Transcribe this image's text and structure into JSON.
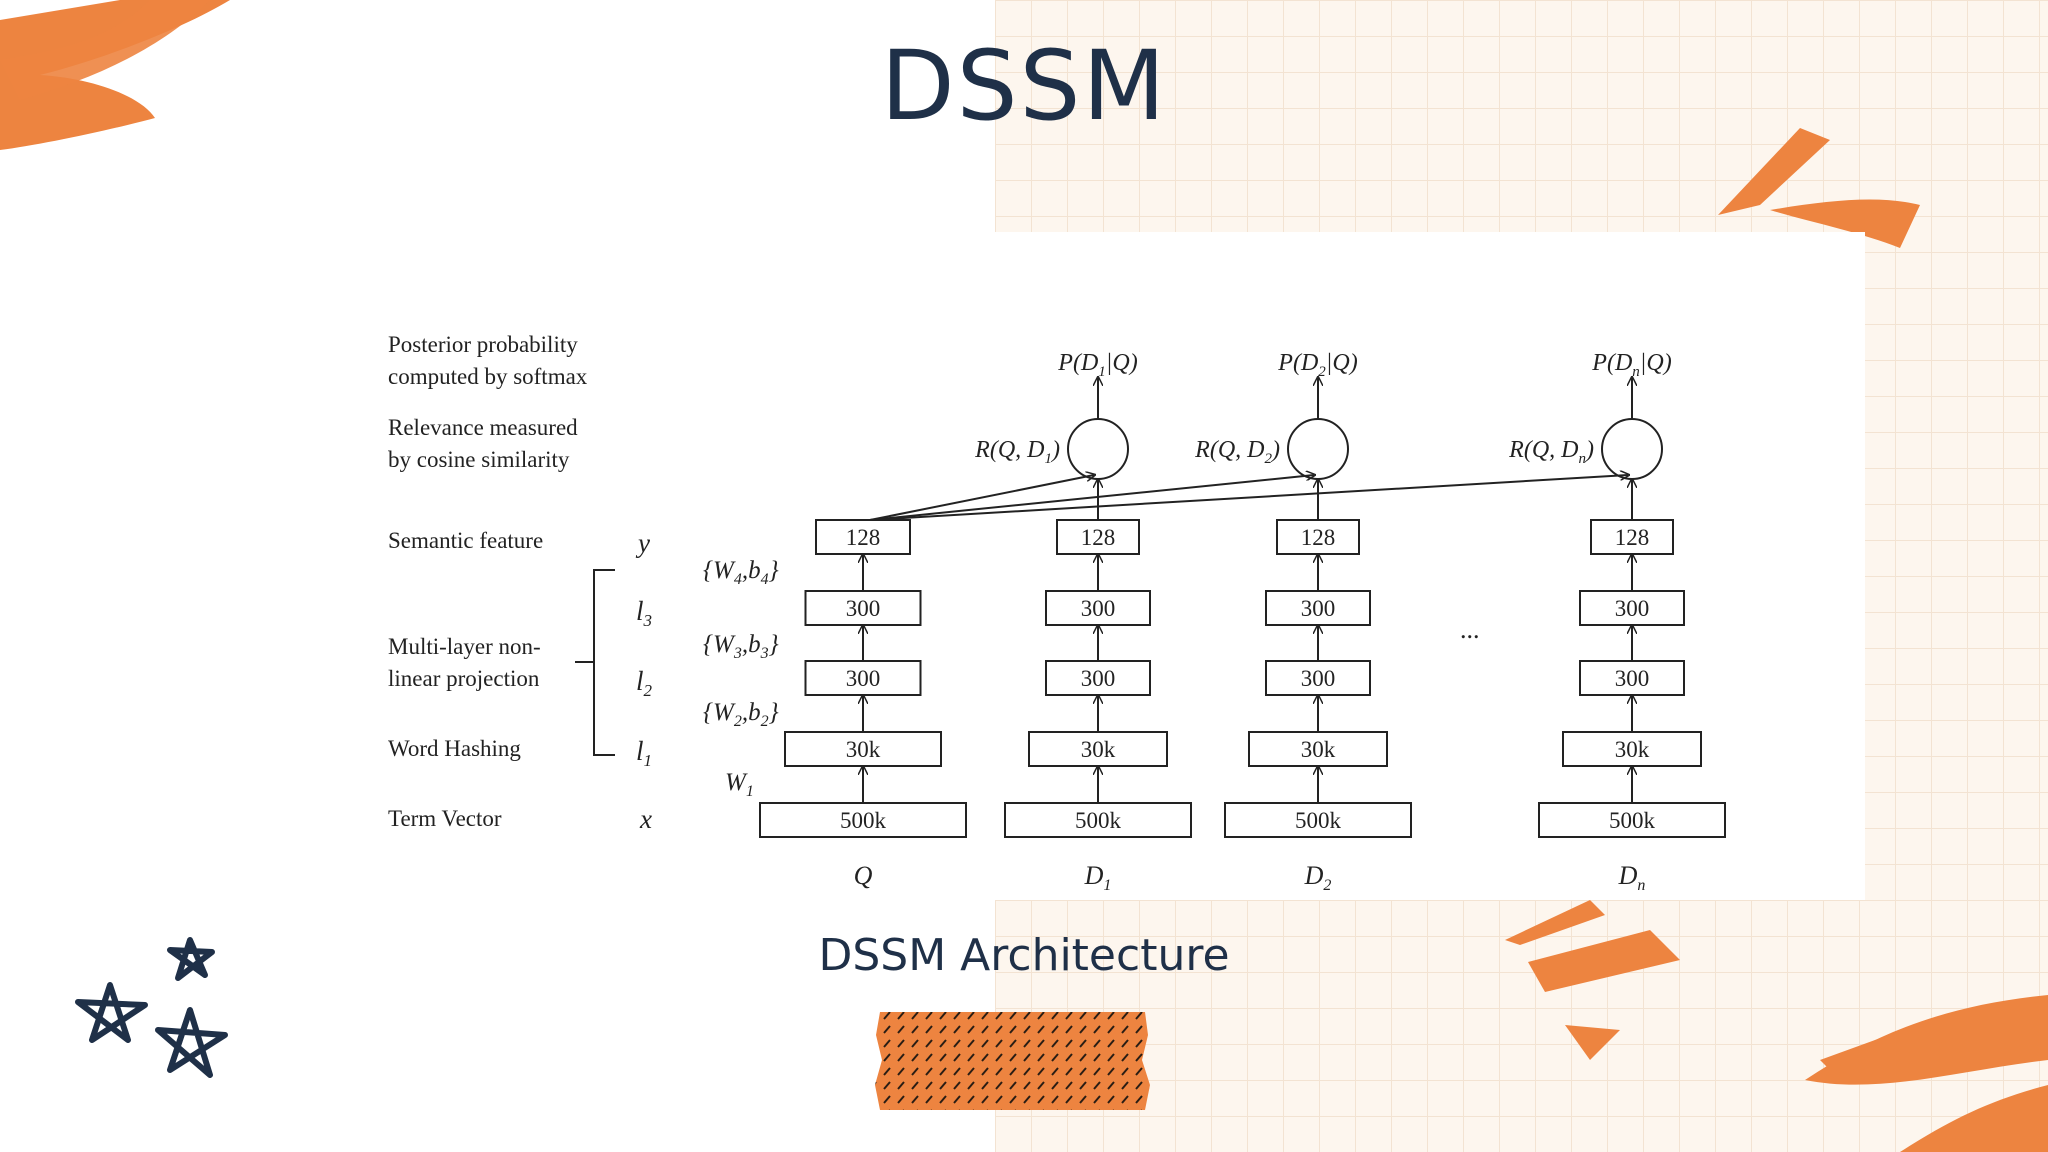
{
  "slide": {
    "title": "DSSM",
    "caption": "DSSM Architecture"
  },
  "colors": {
    "accent": "#ed8440",
    "navy": "#1f3048",
    "grid_bg": "#fdf6ee"
  },
  "decorations": [
    "orange-brush-stroke",
    "navy-star-doodles",
    "patterned-orange-tape"
  ],
  "diagram": {
    "row_labels": {
      "posterior_1": "Posterior probability",
      "posterior_2": "computed by softmax",
      "relevance_1": "Relevance measured",
      "relevance_2": "by cosine similarity",
      "semantic": "Semantic feature",
      "multilayer_1": "Multi-layer non-",
      "multilayer_2": "linear projection",
      "word_hashing": "Word Hashing",
      "term_vector": "Term Vector"
    },
    "layer_symbols": {
      "y": "y",
      "l3": "l",
      "l3_sub": "3",
      "l2": "l",
      "l2_sub": "2",
      "l1": "l",
      "l1_sub": "1",
      "x": "x"
    },
    "weights": {
      "w4": "{W",
      "w4_mid": ",b",
      "w4_close": "}",
      "w4_sub": "4",
      "w3": "{W",
      "w3_mid": ",b",
      "w3_close": "}",
      "w3_sub": "3",
      "w2": "{W",
      "w2_mid": ",b",
      "w2_close": "}",
      "w2_sub": "2",
      "w1": "W",
      "w1_sub": "1"
    },
    "ellipsis": "...",
    "columns": [
      {
        "name": "Q",
        "name_sub": "",
        "sem": "128",
        "l3": "300",
        "l2": "300",
        "l1": "30k",
        "x": "500k"
      },
      {
        "name": "D",
        "name_sub": "1",
        "sem": "128",
        "l3": "300",
        "l2": "300",
        "l1": "30k",
        "x": "500k",
        "rel": "R(Q, D",
        "rel_sub": "1",
        "rel_close": ")",
        "post": "P(D",
        "post_sub": "1",
        "post_close": "|Q)"
      },
      {
        "name": "D",
        "name_sub": "2",
        "sem": "128",
        "l3": "300",
        "l2": "300",
        "l1": "30k",
        "x": "500k",
        "rel": "R(Q, D",
        "rel_sub": "2",
        "rel_close": ")",
        "post": "P(D",
        "post_sub": "2",
        "post_close": "|Q)"
      },
      {
        "name": "D",
        "name_sub": "n",
        "sem": "128",
        "l3": "300",
        "l2": "300",
        "l1": "30k",
        "x": "500k",
        "rel": "R(Q, D",
        "rel_sub": "n",
        "rel_close": ")",
        "post": "P(D",
        "post_sub": "n",
        "post_close": "|Q)"
      }
    ]
  }
}
